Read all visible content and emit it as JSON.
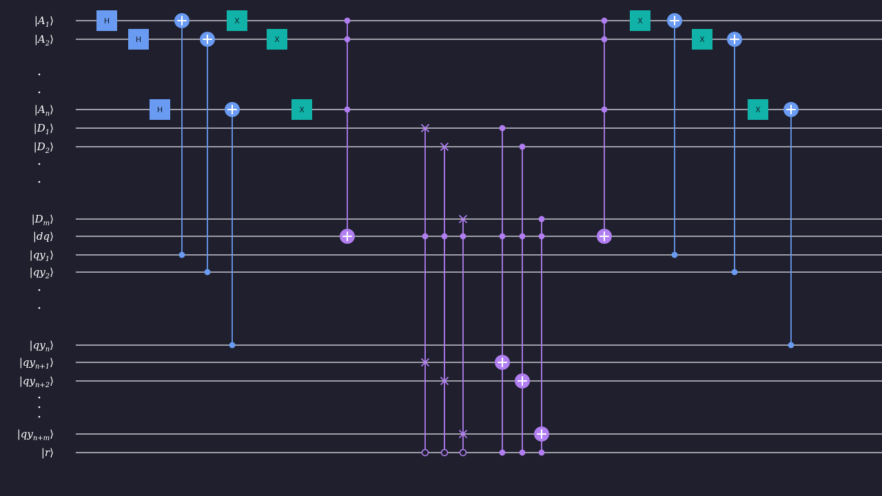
{
  "qubits": [
    {
      "id": "A1",
      "base": "A",
      "sub": "1"
    },
    {
      "id": "A2",
      "base": "A",
      "sub": "2"
    },
    {
      "id": "An",
      "base": "A",
      "sub": "n"
    },
    {
      "id": "D1",
      "base": "D",
      "sub": "1"
    },
    {
      "id": "D2",
      "base": "D",
      "sub": "2"
    },
    {
      "id": "Dm",
      "base": "D",
      "sub": "m"
    },
    {
      "id": "dq",
      "base": "dq",
      "sub": ""
    },
    {
      "id": "qy1",
      "base": "qy",
      "sub": "1"
    },
    {
      "id": "qy2",
      "base": "qy",
      "sub": "2"
    },
    {
      "id": "qyn",
      "base": "qy",
      "sub": "n"
    },
    {
      "id": "qyn1",
      "base": "qy",
      "sub": "n+1"
    },
    {
      "id": "qyn2",
      "base": "qy",
      "sub": "n+2"
    },
    {
      "id": "qynm",
      "base": "qy",
      "sub": "n+m"
    },
    {
      "id": "r",
      "base": "r",
      "sub": ""
    }
  ],
  "ellipsis": [
    {
      "after": "A2",
      "dots": 2
    },
    {
      "after": "D2",
      "dots": 2
    },
    {
      "after": "qy2",
      "dots": 2
    },
    {
      "after": "qyn2",
      "dots": 3
    }
  ],
  "gates": [
    {
      "type": "H",
      "label": "H",
      "target": "A1"
    },
    {
      "type": "H",
      "label": "H",
      "target": "A2"
    },
    {
      "type": "H",
      "label": "H",
      "target": "An"
    },
    {
      "type": "CNOT",
      "control": "qy1",
      "target": "A1",
      "color": "blue"
    },
    {
      "type": "CNOT",
      "control": "qy2",
      "target": "A2",
      "color": "blue"
    },
    {
      "type": "CNOT",
      "control": "qyn",
      "target": "An",
      "color": "blue"
    },
    {
      "type": "X",
      "label": "X",
      "target": "A1"
    },
    {
      "type": "X",
      "label": "X",
      "target": "A2"
    },
    {
      "type": "X",
      "label": "X",
      "target": "An"
    },
    {
      "type": "MCX",
      "controls": [
        "A1",
        "A2",
        "An"
      ],
      "target": "dq",
      "color": "purple"
    },
    {
      "type": "CSWAP",
      "control": "r",
      "controlState": 0,
      "extra": "dq",
      "swap": [
        "D1",
        "qyn1"
      ],
      "color": "purple"
    },
    {
      "type": "CSWAP",
      "control": "r",
      "controlState": 0,
      "extra": "dq",
      "swap": [
        "D2",
        "qyn2"
      ],
      "color": "purple"
    },
    {
      "type": "CSWAP",
      "control": "r",
      "controlState": 0,
      "extra": "dq",
      "swap": [
        "Dm",
        "qynm"
      ],
      "color": "purple"
    },
    {
      "type": "MCX",
      "controls": [
        "D1",
        "dq",
        "r"
      ],
      "target": "qyn1",
      "color": "purple"
    },
    {
      "type": "MCX",
      "controls": [
        "D2",
        "dq",
        "r"
      ],
      "target": "qyn2",
      "color": "purple"
    },
    {
      "type": "MCX",
      "controls": [
        "Dm",
        "dq",
        "r"
      ],
      "target": "qynm",
      "color": "purple"
    },
    {
      "type": "MCX",
      "controls": [
        "A1",
        "A2",
        "An"
      ],
      "target": "dq",
      "color": "purple"
    },
    {
      "type": "X",
      "label": "X",
      "target": "A1"
    },
    {
      "type": "CNOT",
      "control": "qy1",
      "target": "A1",
      "color": "blue"
    },
    {
      "type": "X",
      "label": "X",
      "target": "A2"
    },
    {
      "type": "CNOT",
      "control": "qy2",
      "target": "A2",
      "color": "blue"
    },
    {
      "type": "X",
      "label": "X",
      "target": "An"
    },
    {
      "type": "CNOT",
      "control": "qyn",
      "target": "An",
      "color": "blue"
    }
  ],
  "colors": {
    "background": "#1f1f2d",
    "wire": "#c9c9d2",
    "hadamard": "#6a9bf2",
    "pauli_x": "#11b3a8",
    "cnot_blue": "#6a9bf2",
    "multi_control_purple": "#b07ef0",
    "gate_text": "#15202b"
  }
}
